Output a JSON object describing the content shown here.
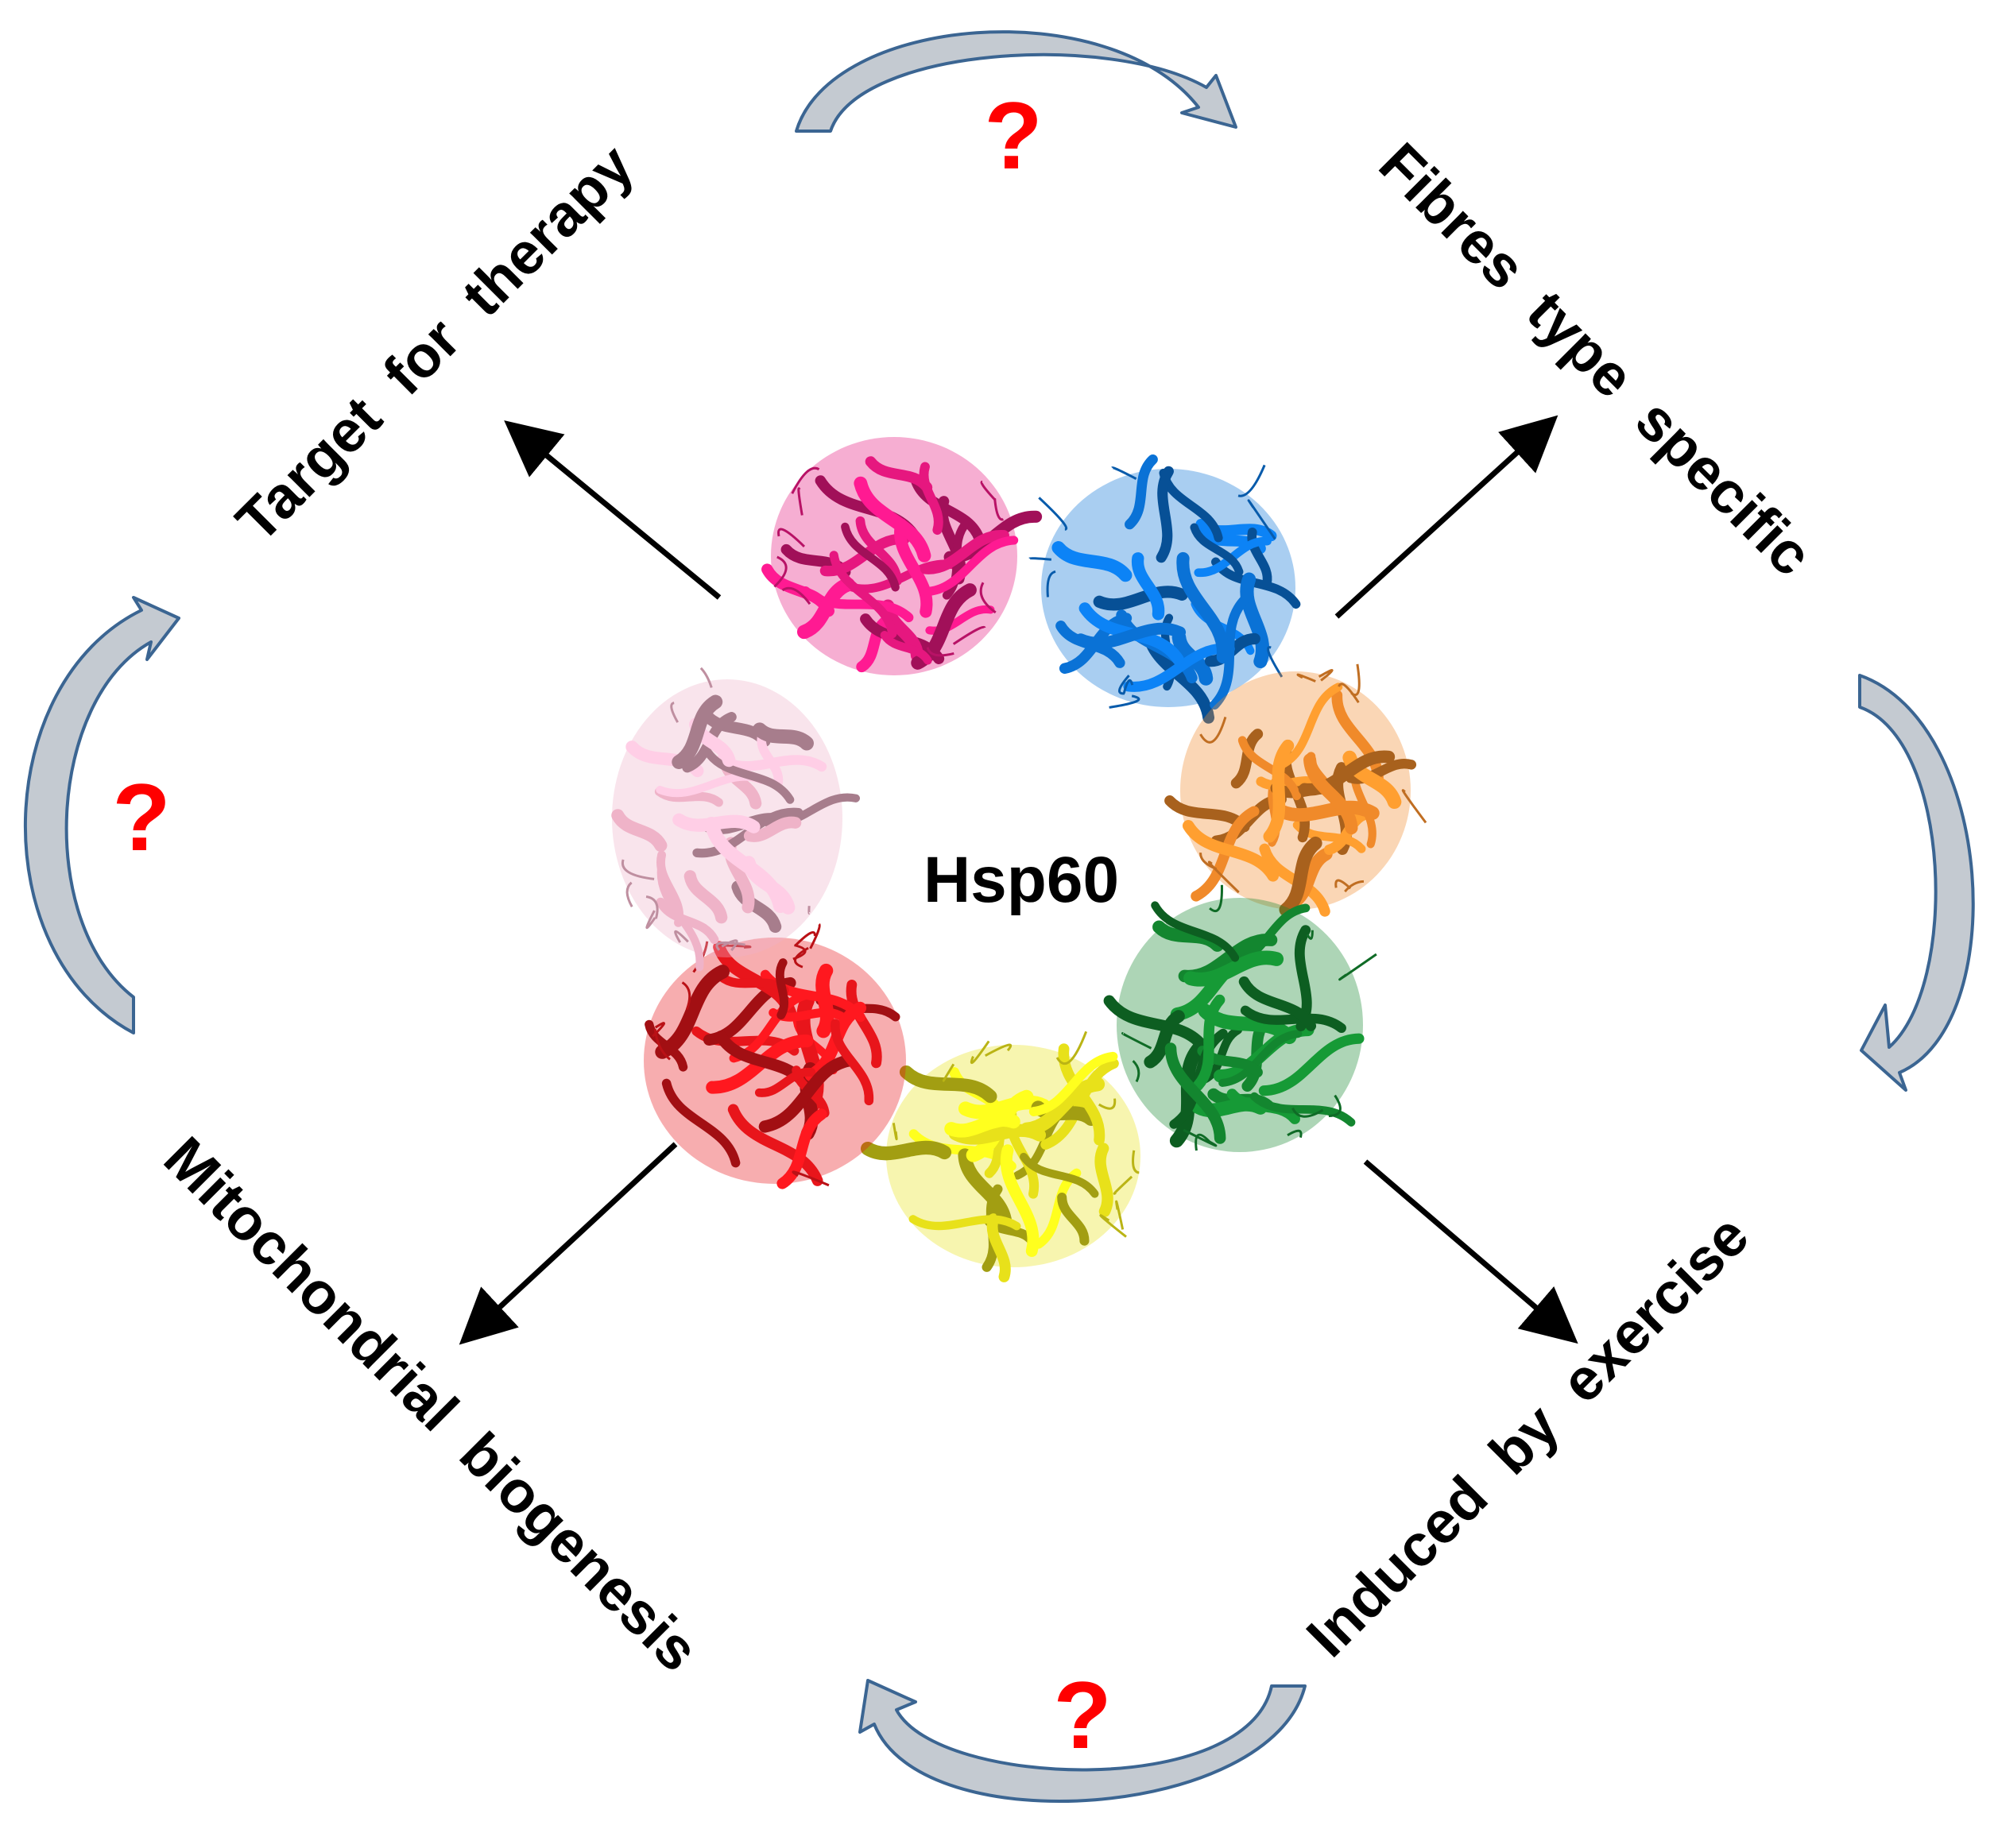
{
  "center_label": "Hsp60",
  "labels": {
    "top_left": "Target  for  therapy",
    "top_right": "Fibres  type  specific",
    "bottom_right": "Induced  by  exercise",
    "bottom_left": "Mitochondrial  biogenesis"
  },
  "question_marks": {
    "top": "?",
    "left": "?",
    "bottom": "?"
  },
  "subunit_colors": [
    "#e6177f",
    "#0a72d6",
    "#f08a2a",
    "#13862f",
    "#e8e11a",
    "#e8151b",
    "#efb3c8"
  ],
  "colors": {
    "question_mark": "#ff0000",
    "arrow": "#000000",
    "curve_stroke": "#3b6592",
    "curve_fill": "#c4cad1"
  }
}
